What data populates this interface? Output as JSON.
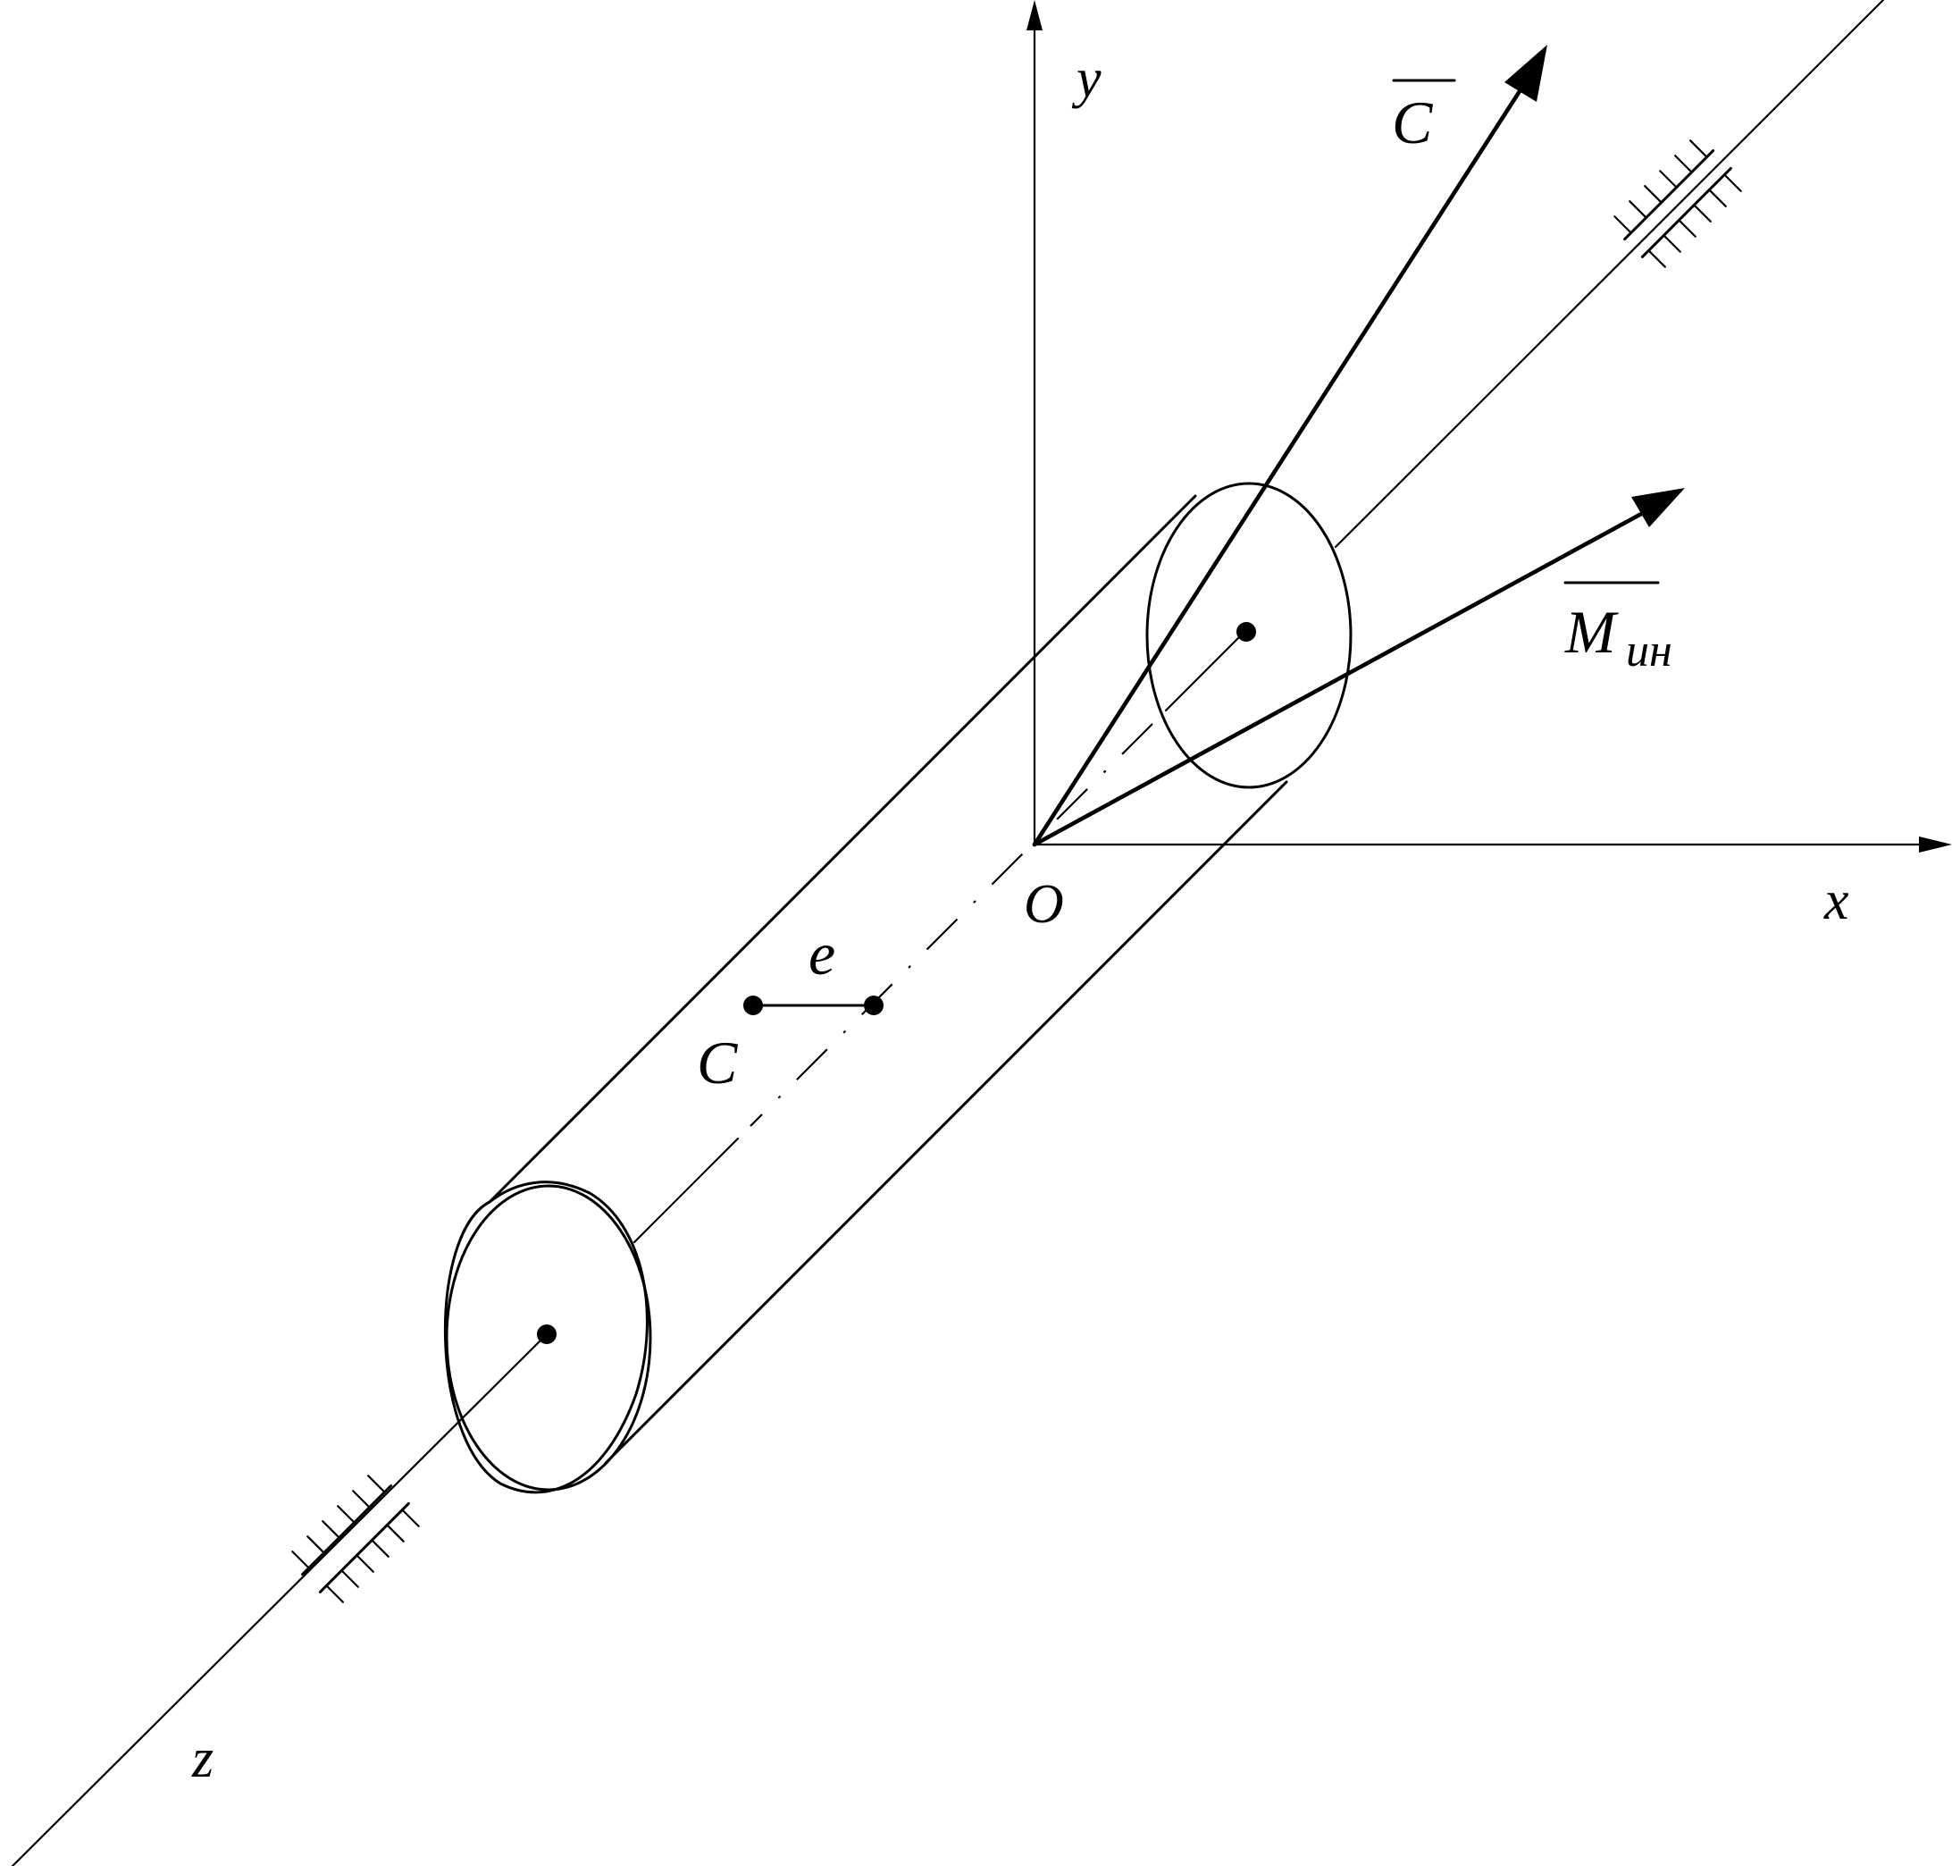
{
  "labels": {
    "axis_y": "y",
    "axis_x": "x",
    "axis_z": "z",
    "origin": "O",
    "eccentricity": "e",
    "center_of_mass": "C",
    "vector_c": "C",
    "vector_m_main": "M",
    "vector_m_sub": "ин"
  },
  "colors": {
    "stroke": "#000000",
    "background": "#ffffff"
  },
  "icons": [
    "bearing-support-icon",
    "bearing-support-icon"
  ]
}
